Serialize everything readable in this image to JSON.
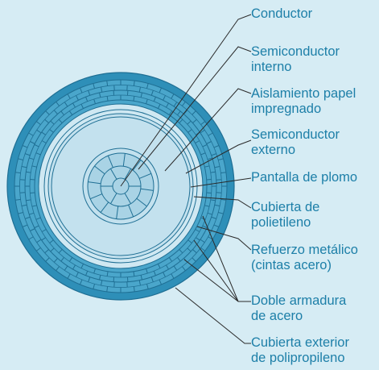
{
  "labels": {
    "conductor": "Conductor",
    "semi_int": "Semiconductor\ninterno",
    "aislamiento": "Aislamiento papel\nimpregnado",
    "semi_ext": "Semiconductor\nexterno",
    "pantalla": "Pantalla de plomo",
    "cubierta_pe": "Cubierta de\npolietileno",
    "refuerzo": "Refuerzo metálico\n(cintas acero)",
    "armadura": "Doble armadura\nde acero",
    "exterior": "Cubierta exterior\nde polipropileno"
  },
  "colors": {
    "background": "#d6ecf4",
    "outer_sheath": "#2e8fb8",
    "armour": "#4aa6cb",
    "light_layer": "#cfe8f2",
    "insulation": "#c3e1ee",
    "conductor": "#a9d3e5",
    "outline": "#1f6f94",
    "text": "#1d7fa8",
    "leader": "#2a2a2a"
  }
}
